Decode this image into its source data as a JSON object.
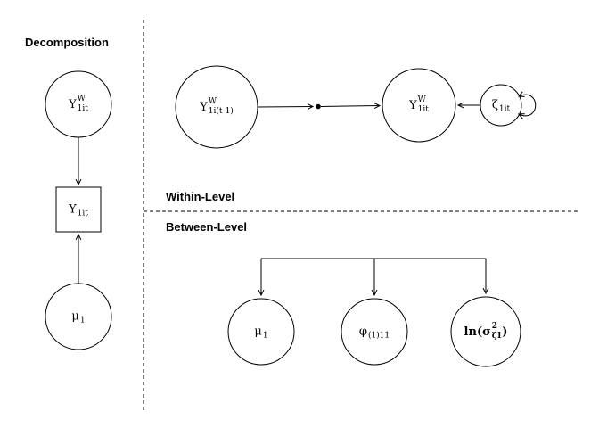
{
  "titles": {
    "decomposition": "Decomposition",
    "within_level": "Within-Level",
    "between_level": "Between-Level"
  },
  "nodes": {
    "y_within_decomp": {
      "base": "Y",
      "sup": "W",
      "sub": "1it"
    },
    "y_observed": {
      "base": "Y",
      "sub": "1it"
    },
    "mu_decomp": {
      "base": "μ",
      "sub": "1"
    },
    "y_within_lag": {
      "base": "Y",
      "sup": "W",
      "sub": "1i(t-1)"
    },
    "y_within": {
      "base": "Y",
      "sup": "W",
      "sub": "1it"
    },
    "zeta_residual": {
      "base": "ζ",
      "sub": "1it"
    },
    "mu_between": {
      "base": "μ",
      "sub": "1"
    },
    "phi_between": {
      "base": "φ",
      "sub": "(1)11"
    },
    "ln_sigma_between": {
      "prefix": "ln(",
      "base": "σ",
      "sup": "2",
      "sub": "ζ1",
      "suffix": ")"
    }
  }
}
